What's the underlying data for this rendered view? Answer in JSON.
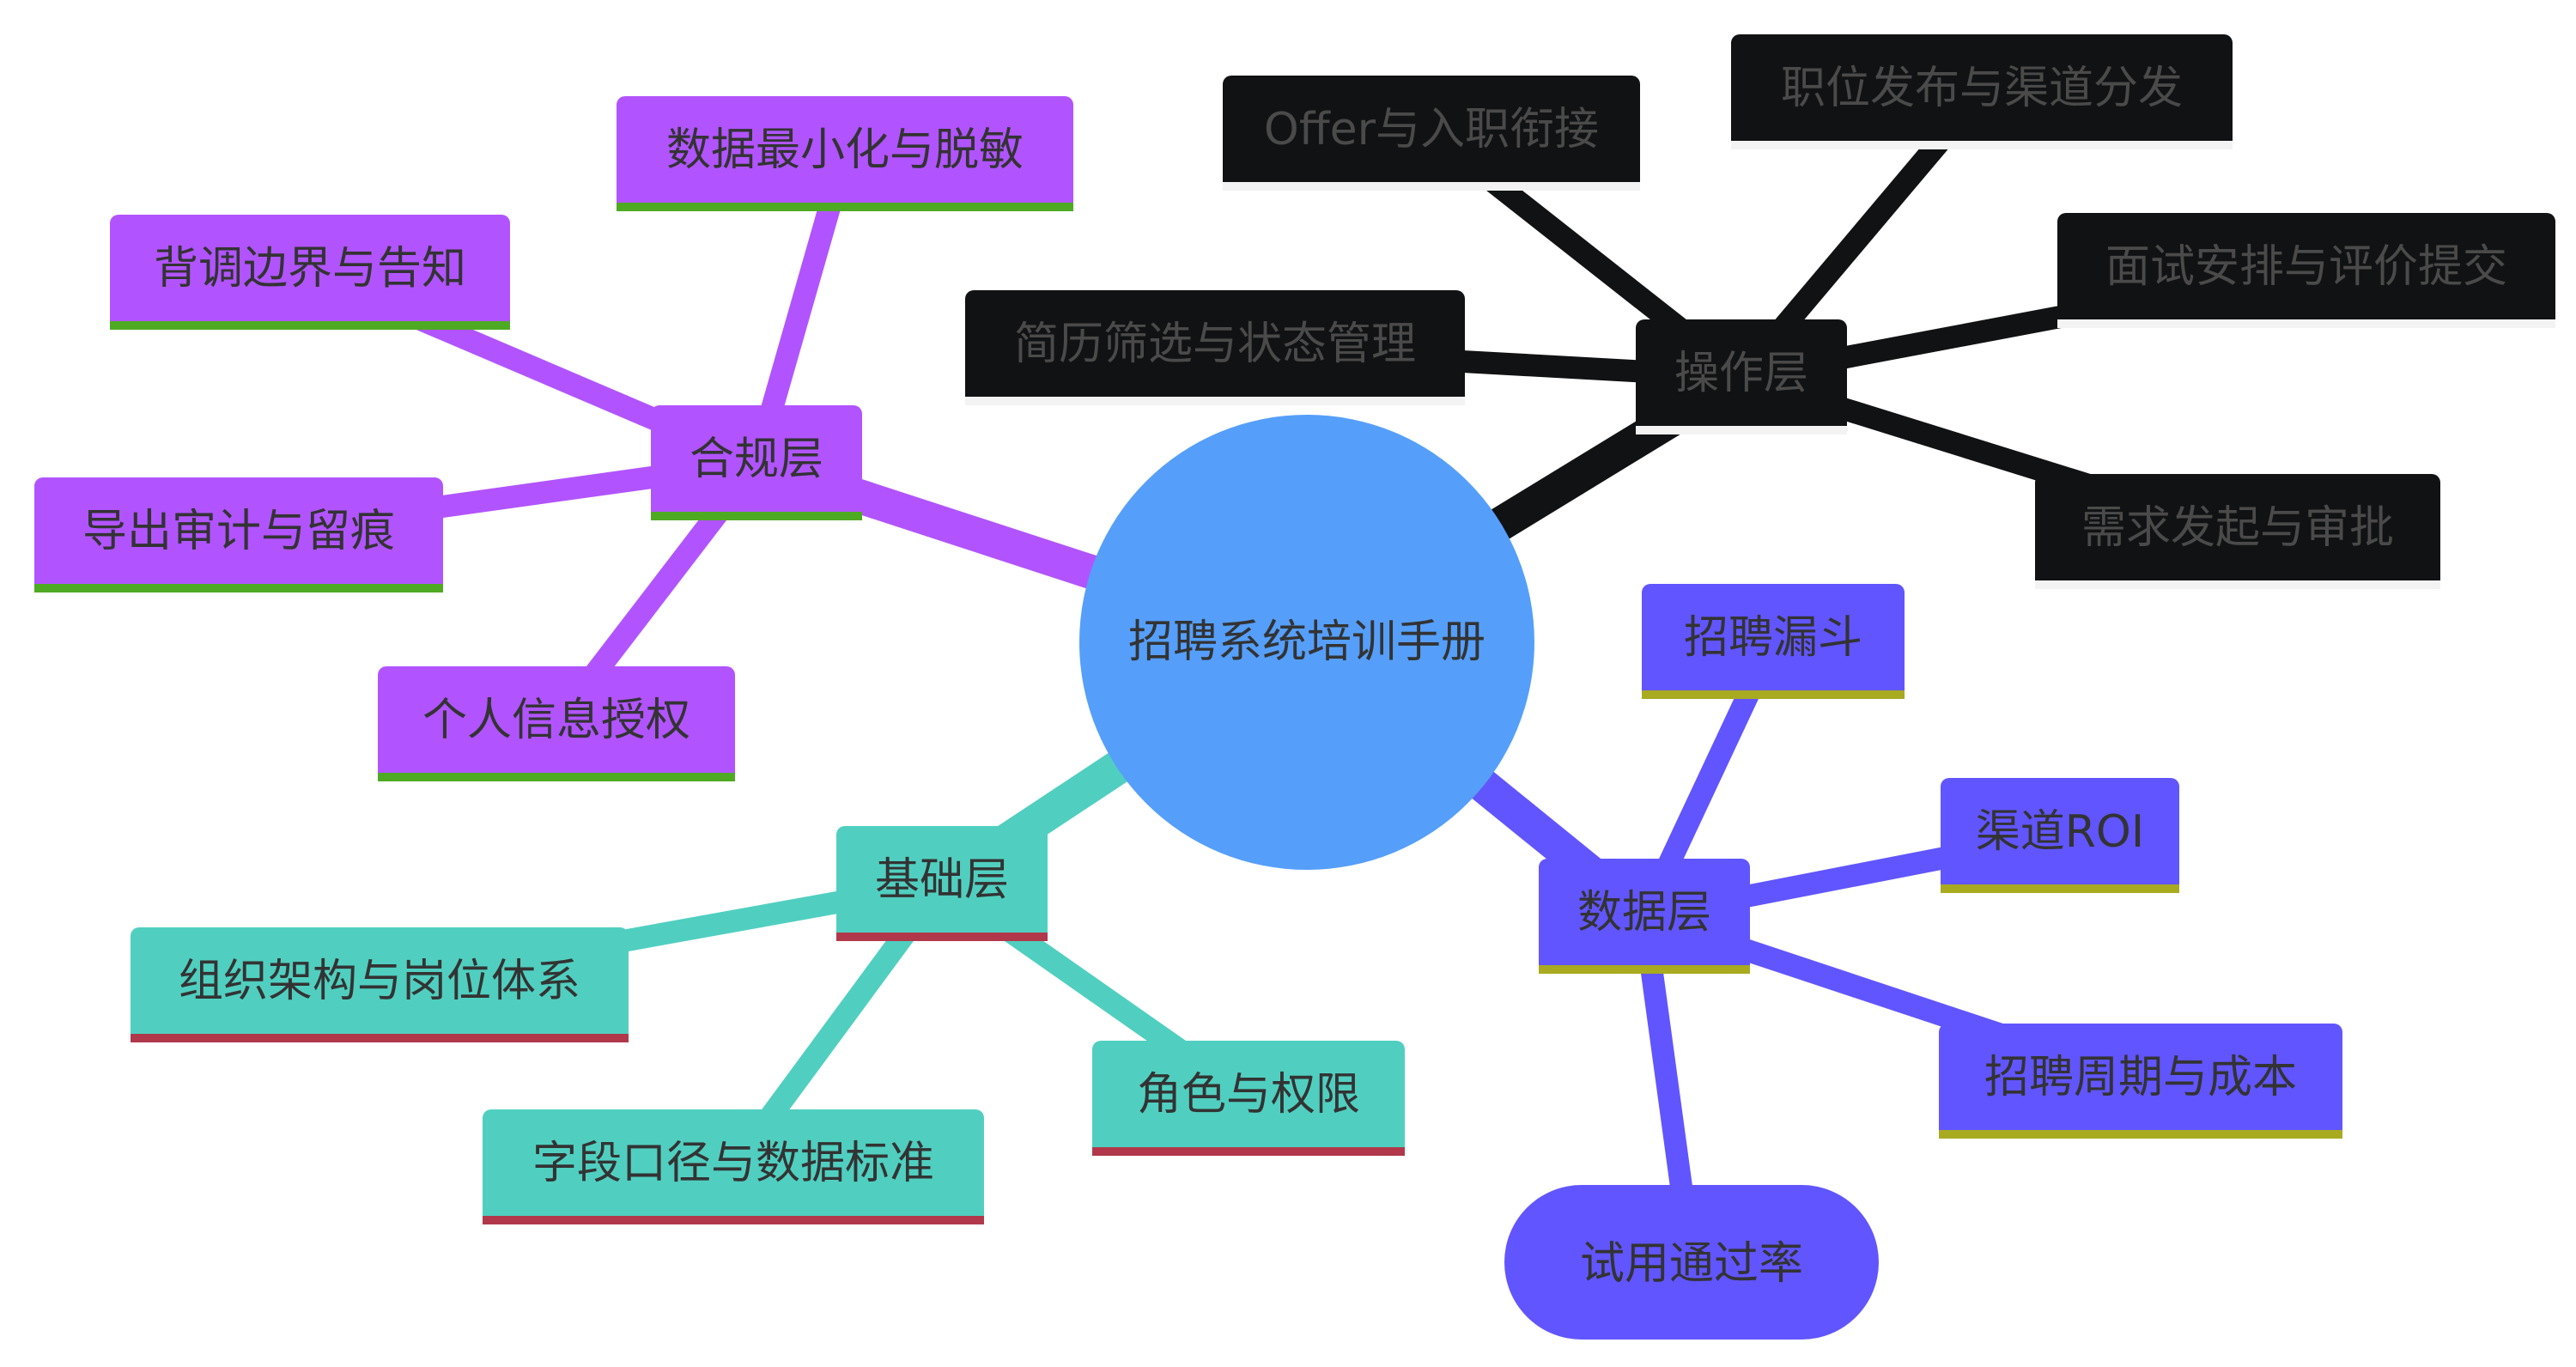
{
  "root": {
    "label": "招聘系统培训手册",
    "color": "#559FFB"
  },
  "branches": [
    {
      "label": "操作层",
      "color": "#111213",
      "text_color": "#4a4a4a",
      "underline_color": "#F3F3F3",
      "children": [
        {
          "label": "Offer与入职衔接"
        },
        {
          "label": "职位发布与渠道分发"
        },
        {
          "label": "简历筛选与状态管理"
        },
        {
          "label": "面试安排与评价提交"
        },
        {
          "label": "需求发起与审批"
        }
      ]
    },
    {
      "label": "合规层",
      "color": "#B154FF",
      "text_color": "#333333",
      "underline_color": "#4EAA22",
      "children": [
        {
          "label": "数据最小化与脱敏"
        },
        {
          "label": "背调边界与告知"
        },
        {
          "label": "导出审计与留痕"
        },
        {
          "label": "个人信息授权"
        }
      ]
    },
    {
      "label": "基础层",
      "color": "#50CFC0",
      "text_color": "#333333",
      "underline_color": "#B0384A",
      "children": [
        {
          "label": "组织架构与岗位体系"
        },
        {
          "label": "字段口径与数据标准"
        },
        {
          "label": "角色与权限"
        }
      ]
    },
    {
      "label": "数据层",
      "color": "#6155FF",
      "text_color": "#333333",
      "underline_color": "#A8AA20",
      "children": [
        {
          "label": "招聘漏斗"
        },
        {
          "label": "渠道ROI"
        },
        {
          "label": "招聘周期与成本"
        },
        {
          "label": "试用通过率"
        }
      ]
    }
  ]
}
